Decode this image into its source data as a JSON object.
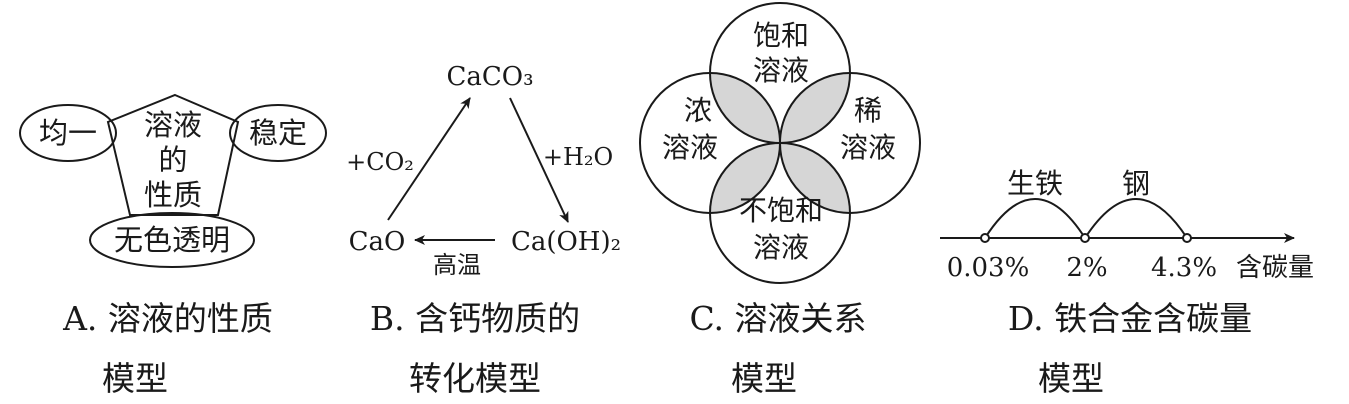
{
  "colors": {
    "ink": "#1a1a1a",
    "overlap": "#d6d6d6",
    "background": "#ffffff"
  },
  "panelA": {
    "center": [
      "溶液",
      "的",
      "性质"
    ],
    "left": "均一",
    "right": "稳定",
    "bottom": "无色透明",
    "caption": [
      "A. 溶液的性质",
      "模型"
    ]
  },
  "panelB": {
    "top": "CaCO₃",
    "left": "CaO",
    "right": "Ca(OH)₂",
    "edge_left": "+CO₂",
    "edge_right": "+H₂O",
    "edge_bottom": "高温",
    "caption": [
      "B. 含钙物质的",
      "转化模型"
    ]
  },
  "panelC": {
    "top": [
      "饱和",
      "溶液"
    ],
    "left": [
      "浓",
      "溶液"
    ],
    "right": [
      "稀",
      "溶液"
    ],
    "bottom": [
      "不饱和",
      "溶液"
    ],
    "caption": [
      "C. 溶液关系",
      "模型"
    ]
  },
  "panelD": {
    "arc_left": "生铁",
    "arc_right": "钢",
    "ticks": [
      {
        "value": "0.03%"
      },
      {
        "value": "2%"
      },
      {
        "value": "4.3%"
      }
    ],
    "axis_label": "含碳量",
    "caption": [
      "D. 铁合金含碳量",
      "模型"
    ]
  }
}
